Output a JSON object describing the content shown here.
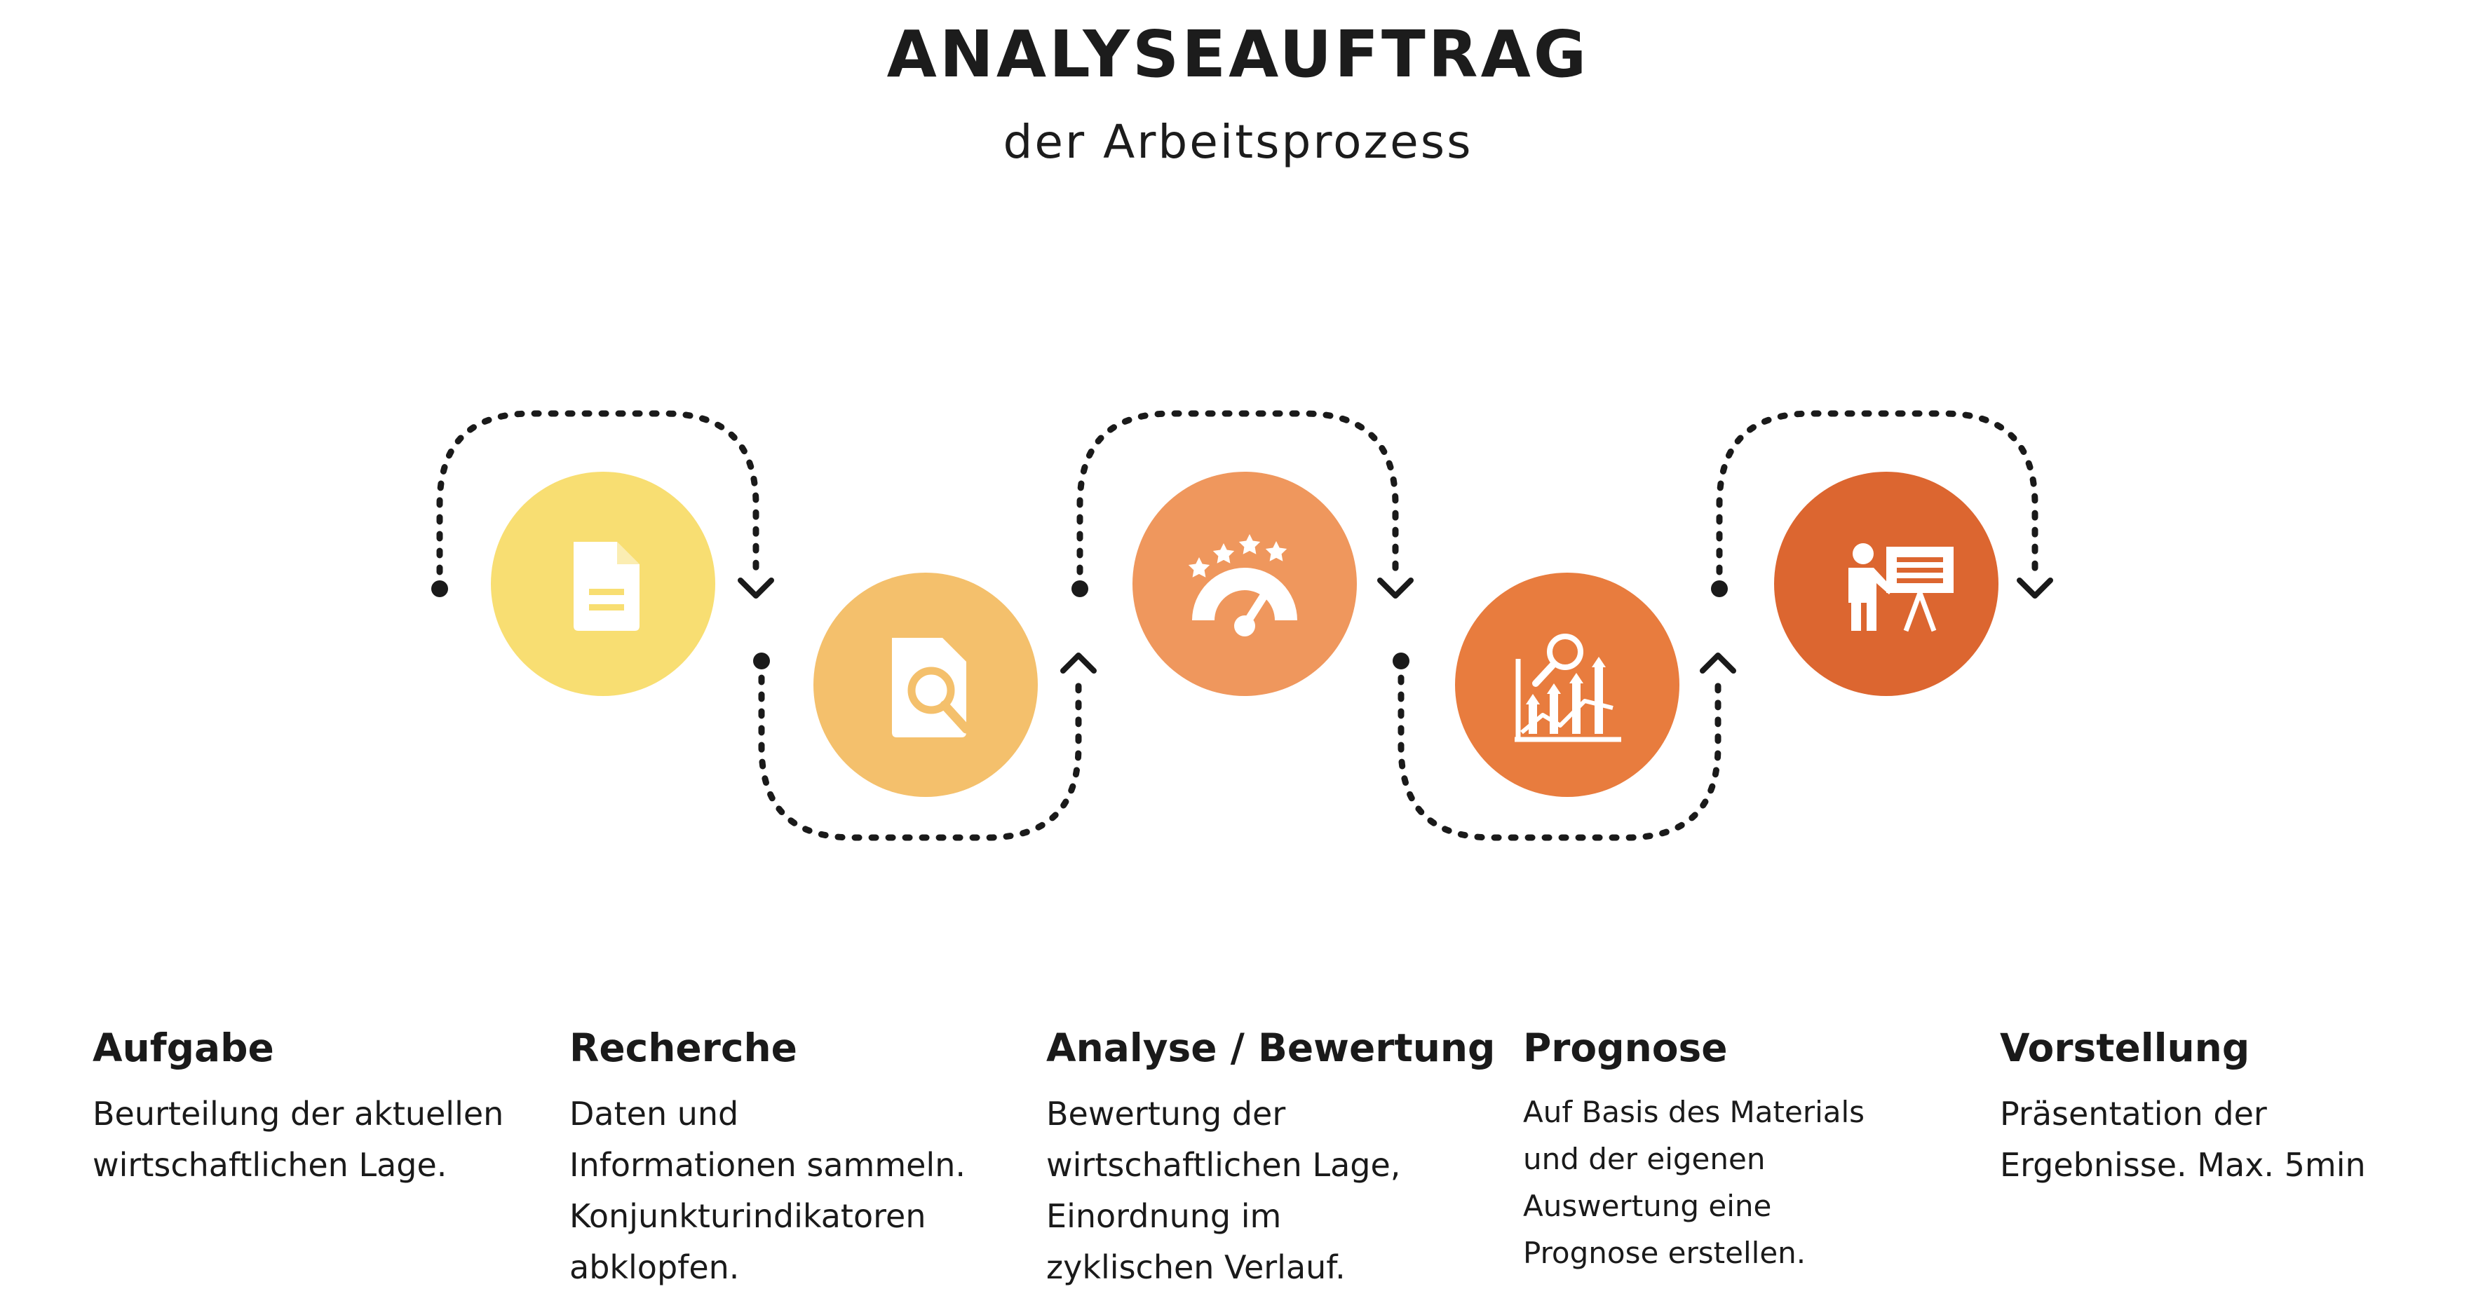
{
  "header": {
    "title": "ANALYSEAUFTRAG",
    "subtitle": "der Arbeitsprozess"
  },
  "colors": {
    "step1": "#F8DE72",
    "step2": "#F4C06C",
    "step3": "#EF975D",
    "step4": "#E87C3E",
    "step5": "#DC6630",
    "connector": "#1a1a1a",
    "icon": "#ffffff"
  },
  "steps": [
    {
      "title": "Aufgabe",
      "lines": [
        "Beurteilung der aktuellen",
        "wirtschaftlichen Lage."
      ],
      "icon": "document-icon"
    },
    {
      "title": "Recherche",
      "lines": [
        "Daten und",
        "Informationen sammeln.",
        "Konjunkturindikatoren",
        "abklopfen."
      ],
      "icon": "document-search-icon"
    },
    {
      "title": "Analyse / Bewertung",
      "lines": [
        "Bewertung der",
        "wirtschaftlichen Lage,",
        "Einordnung im",
        "zyklischen Verlauf."
      ],
      "icon": "rating-gauge-icon"
    },
    {
      "title": "Prognose",
      "lines": [
        "Auf Basis des Materials",
        "und der eigenen",
        "Auswertung eine",
        "Prognose erstellen."
      ],
      "icon": "trend-analysis-icon"
    },
    {
      "title": "Vorstellung",
      "lines": [
        "Präsentation der",
        "Ergebnisse. Max. 5min"
      ],
      "icon": "presentation-icon"
    }
  ]
}
